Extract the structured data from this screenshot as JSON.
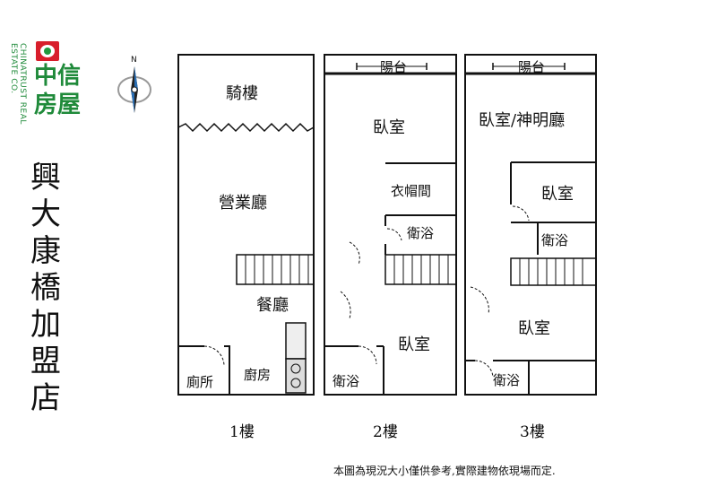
{
  "brand": {
    "name_cn": [
      "中信",
      "房屋"
    ],
    "name_en": "CHINATRUST REAL ESTATE CO."
  },
  "compass": {
    "north": "N"
  },
  "store_name": [
    "興",
    "大",
    "康",
    "橋",
    "加",
    "盟",
    "店"
  ],
  "floors": [
    {
      "label": "1樓",
      "rooms": {
        "arcade": "騎樓",
        "business_hall": "營業廳",
        "dining_room": "餐廳",
        "toilet": "廁所",
        "kitchen": "廚房"
      }
    },
    {
      "label": "2樓",
      "rooms": {
        "balcony": "陽台",
        "bedroom_top": "臥室",
        "closet": "衣帽間",
        "bathroom_mid": "衛浴",
        "bedroom_bottom": "臥室",
        "bathroom_bottom": "衛浴"
      }
    },
    {
      "label": "3樓",
      "rooms": {
        "balcony": "陽台",
        "bedroom_shrine": "臥室/神明廳",
        "bedroom_right": "臥室",
        "bathroom_mid": "衛浴",
        "bedroom_bottom": "臥室",
        "bathroom_bottom": "衛浴"
      }
    }
  ],
  "disclaimer": "本圖為現況大小僅供參考,實際建物依現場而定.",
  "colors": {
    "brand_green": "#1f8a3a",
    "brand_red": "#d81e2b",
    "line": "#111111"
  }
}
